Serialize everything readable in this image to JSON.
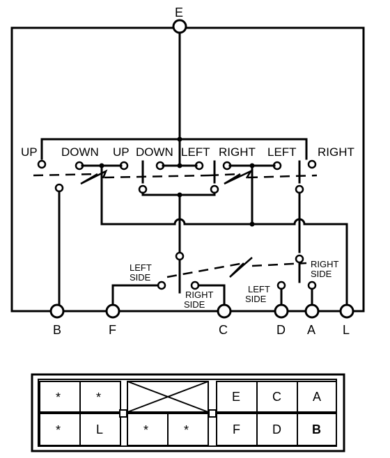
{
  "terminals": {
    "E": "E",
    "B": "B",
    "F": "F",
    "C": "C",
    "D": "D",
    "A": "A",
    "L": "L"
  },
  "switch_labels": {
    "up_1": "UP",
    "down_1": "DOWN",
    "up_2": "UP",
    "down_2": "DOWN",
    "left_1": "LEFT",
    "right_1": "RIGHT",
    "left_2": "LEFT",
    "right_2": "RIGHT"
  },
  "side_labels": {
    "left_side_1": [
      "LEFT",
      "SIDE"
    ],
    "right_side_1": [
      "RIGHT",
      "SIDE"
    ],
    "left_side_2": [
      "LEFT",
      "SIDE"
    ],
    "right_side_2": [
      "RIGHT",
      "SIDE"
    ]
  },
  "connector": {
    "top_row": [
      "*",
      "*",
      "",
      "E",
      "C",
      "A"
    ],
    "bottom_row": [
      "*",
      "L",
      "*",
      "*",
      "F",
      "D",
      "B"
    ]
  }
}
